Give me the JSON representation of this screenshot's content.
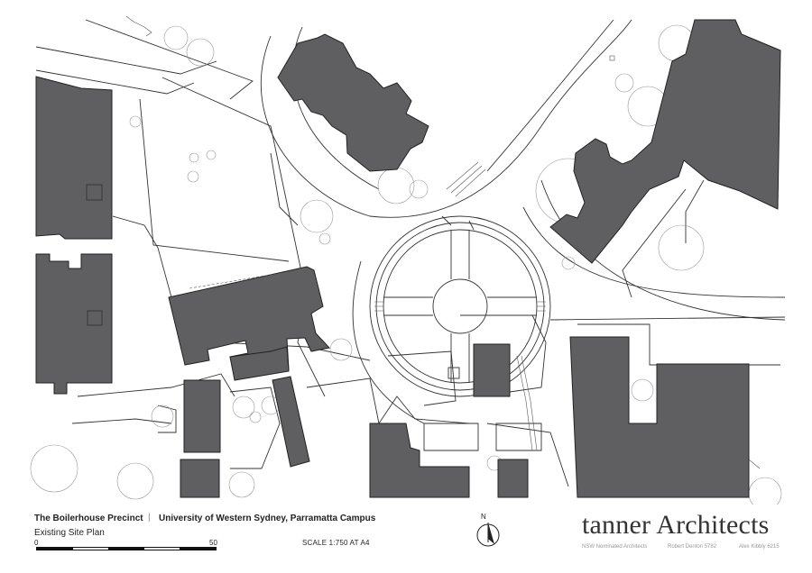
{
  "title_block": {
    "project_name": "The Boilerhouse Precinct",
    "separator": "|",
    "campus": "University of Western Sydney, Parramatta Campus",
    "drawing_title": "Existing Site Plan",
    "scale_bar_start": "0",
    "scale_bar_end": "50",
    "scale_text": "SCALE 1:750 AT A4",
    "north_label": "N"
  },
  "brand": {
    "name": "tanner Architects",
    "credit_1": "NSW Nominated Architects",
    "credit_2": "Robert Denton  5782",
    "credit_3": "Alex Kibbly 6215"
  },
  "colors": {
    "building_fill": "#5f5f61",
    "line": "#333333",
    "background": "#ffffff"
  }
}
